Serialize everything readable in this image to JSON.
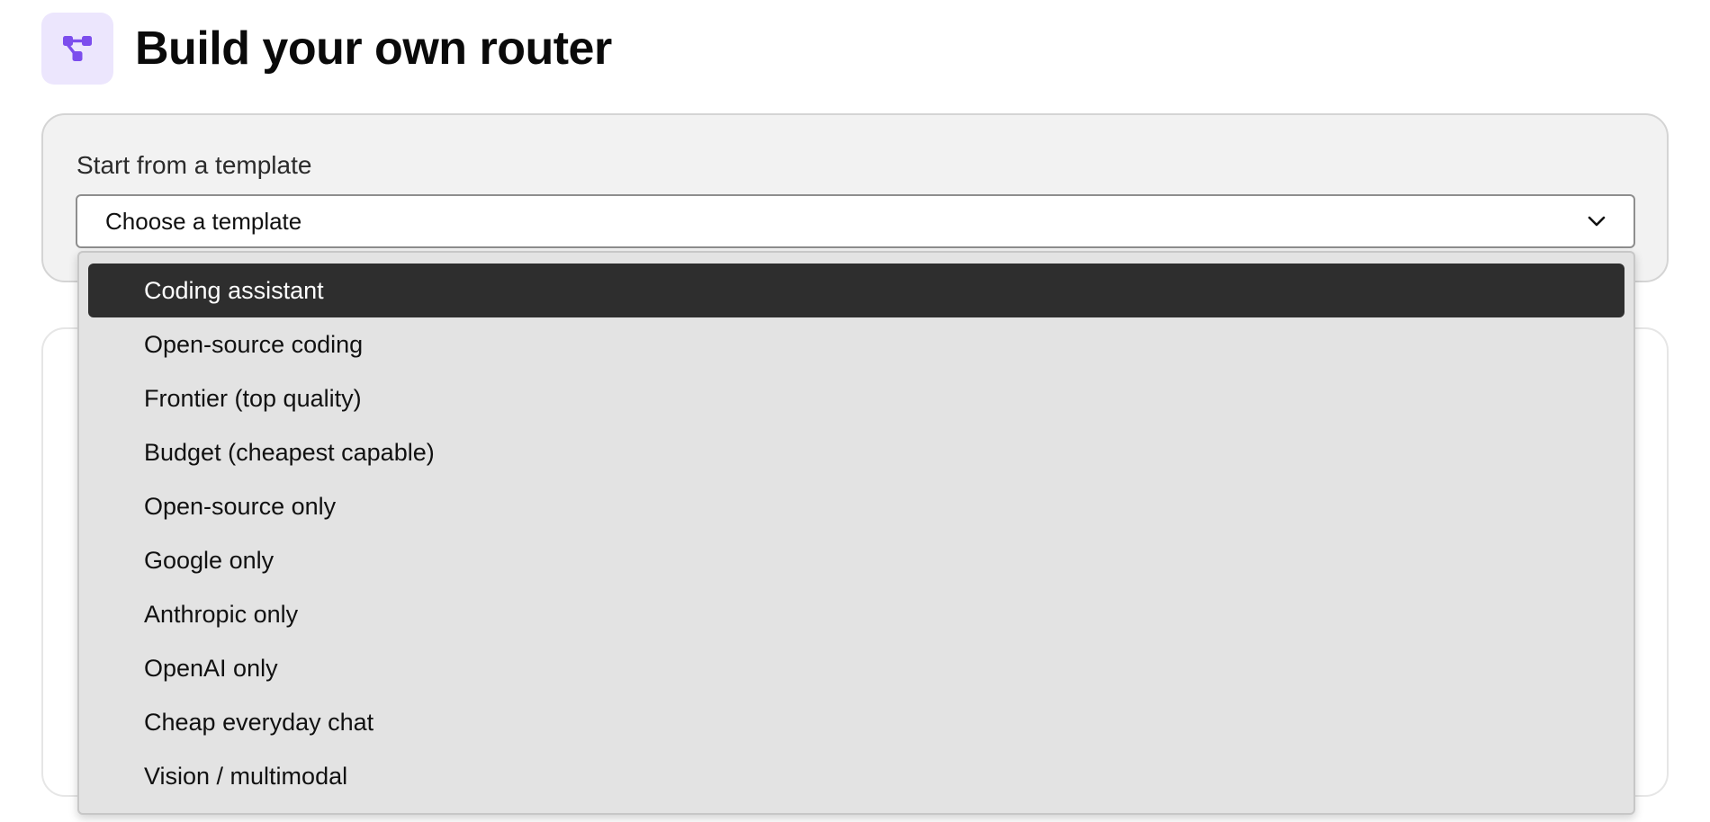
{
  "header": {
    "icon": "router-nodes-icon",
    "title": "Build your own router"
  },
  "template": {
    "label": "Start from a template",
    "placeholder": "Choose a template",
    "options": [
      "Coding assistant",
      "Open-source coding",
      "Frontier (top quality)",
      "Budget (cheapest capable)",
      "Open-source only",
      "Google only",
      "Anthropic only",
      "OpenAI only",
      "Cheap everyday chat",
      "Vision / multimodal"
    ],
    "highlighted_index": 0
  },
  "colors": {
    "accent": "#7c4ded",
    "accent_bg": "#ece6fd",
    "highlight": "#2e2e2e"
  }
}
